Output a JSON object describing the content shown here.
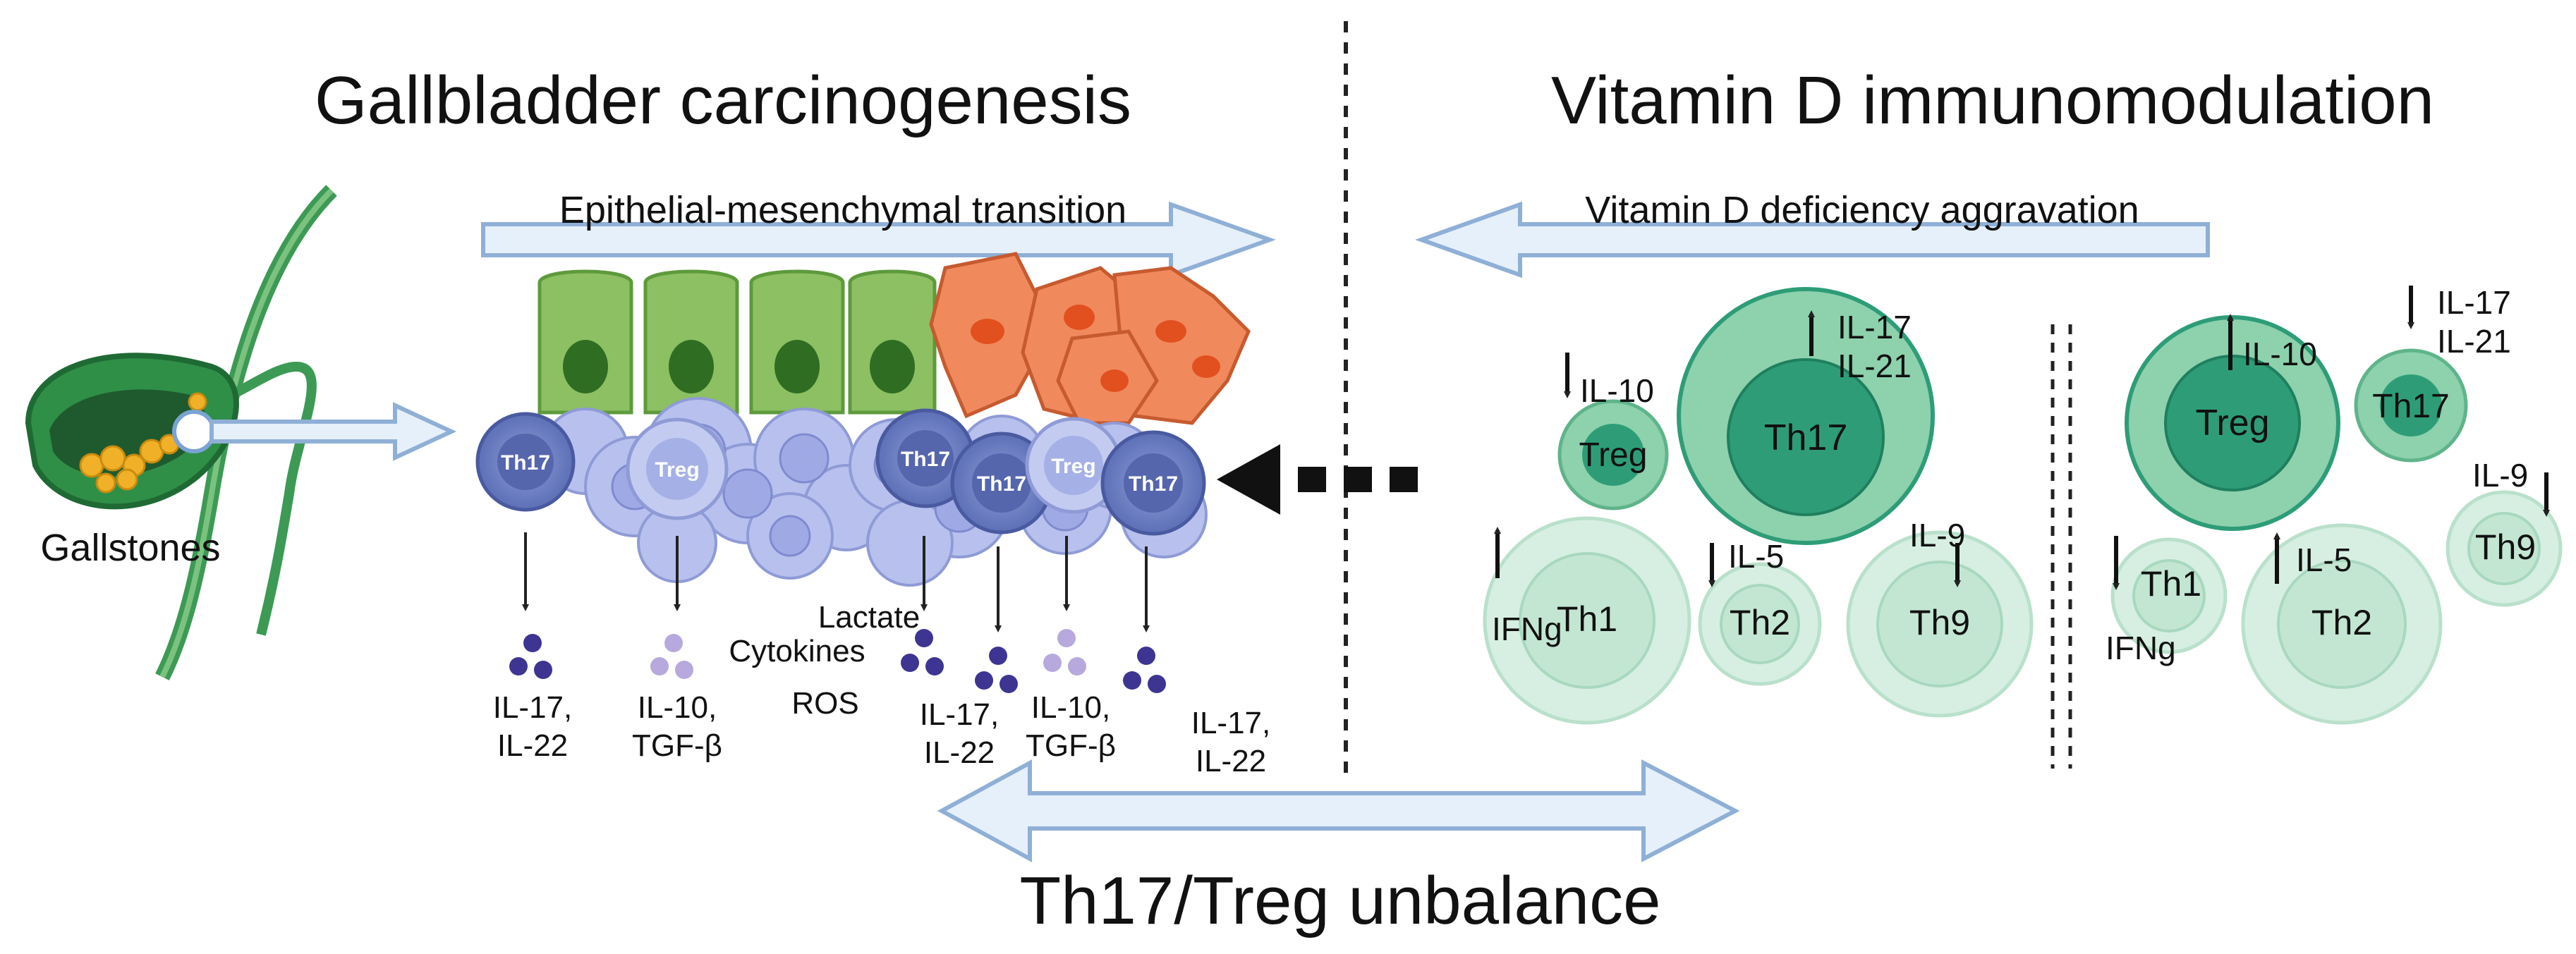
{
  "titles": {
    "left": "Gallbladder carcinogenesis",
    "right": "Vitamin D immunomodulation",
    "bottom": "Th17/Treg unbalance"
  },
  "arrows": {
    "emt": "Epithelial-mesenchymal transition",
    "vitd": "Vitamin D deficiency aggravation"
  },
  "gallbladder": {
    "label": "Gallstones"
  },
  "tumor_cells": {
    "th17": "Th17",
    "treg": "Treg"
  },
  "secretions": {
    "s1": {
      "l1": "IL-17,",
      "l2": "IL-22"
    },
    "s2": {
      "l1": "IL-10,",
      "l2": "TGF-β"
    },
    "s3": {
      "l1": "IL-17,",
      "l2": "IL-22"
    },
    "s4": {
      "l1": "IL-10,",
      "l2": "TGF-β"
    },
    "s5": {
      "l1": "IL-17,",
      "l2": "IL-22"
    }
  },
  "tme": {
    "lactate": "Lactate",
    "cytokines": "Cytokines",
    "ros": "ROS"
  },
  "deficient_panel": {
    "treg": "Treg",
    "th17": "Th17",
    "th1": "Th1",
    "th2": "Th2",
    "th9": "Th9",
    "il10": "IL-10",
    "il17": "IL-17",
    "il21": "IL-21",
    "il5": "IL-5",
    "il9": "IL-9",
    "ifng": "IFNg"
  },
  "sufficient_panel": {
    "treg": "Treg",
    "th17": "Th17",
    "th1": "Th1",
    "th2": "Th2",
    "th9": "Th9",
    "il10": "IL-10",
    "il17": "IL-17",
    "il21": "IL-21",
    "il5": "IL-5",
    "il9": "IL-9",
    "ifng": "IFNg"
  },
  "colors": {
    "epithelial": "#8cc063",
    "mesenchymal": "#f08a5d",
    "tcell": "#6e7fc0",
    "greenCell": "#2e9d77",
    "paleGreen": "#cdeadc",
    "arrowFill": "#e6f0fb",
    "arrowStroke": "#8fafd6"
  }
}
